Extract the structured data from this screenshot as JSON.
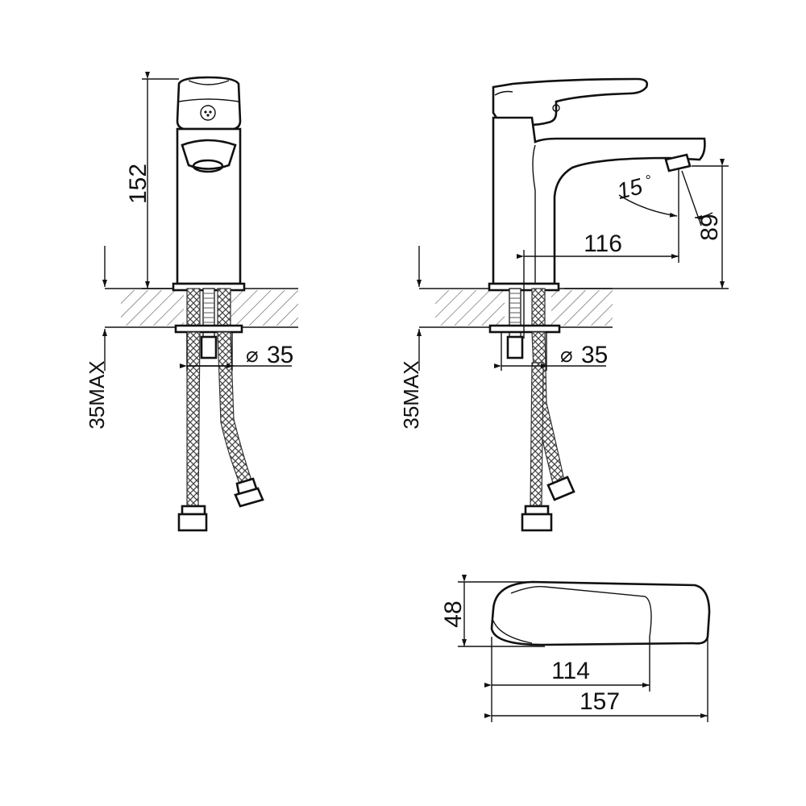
{
  "dimensions": {
    "height_total": "152",
    "spout_height": "89",
    "spout_reach": "116",
    "hole_diameter": "35",
    "hole_diameter_symbol": "⌀",
    "countertop_max": "35MAX",
    "spout_angle": "15",
    "spout_angle_unit": "°",
    "handle_width": "48",
    "handle_length": "114",
    "overall_length": "157"
  }
}
